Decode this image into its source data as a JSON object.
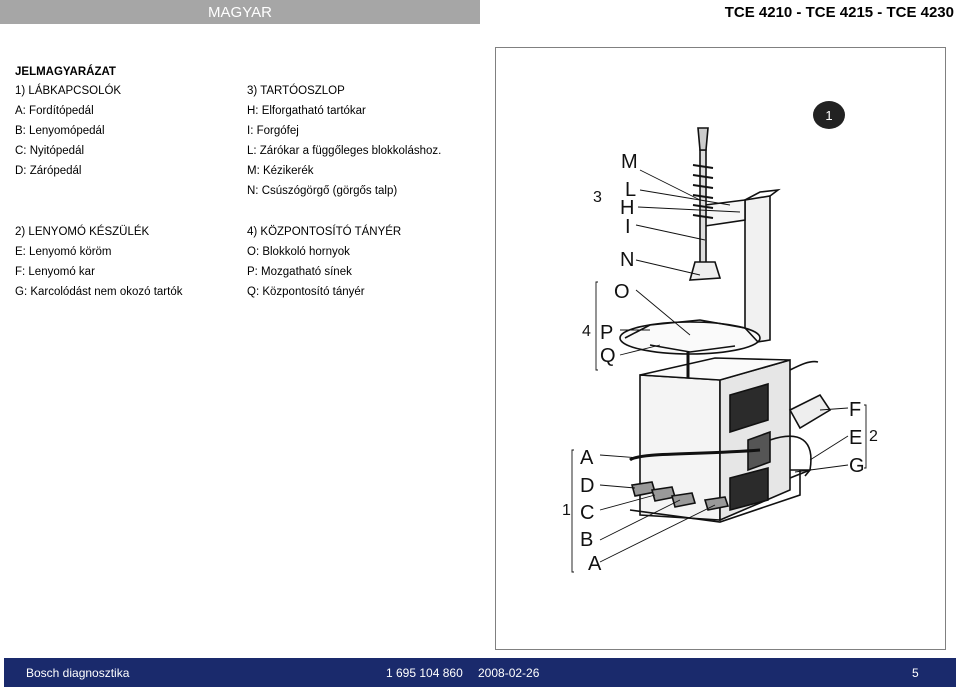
{
  "header": {
    "language": "MAGYAR",
    "models": "TCE 4210 - TCE 4215 - TCE 4230"
  },
  "legend": {
    "title": "JELMAGYARÁZAT",
    "groups": [
      {
        "heading": "1) LÁBKAPCSOLÓK",
        "items": [
          "A: Fordítópedál",
          "B: Lenyomópedál",
          "C: Nyitópedál",
          "D: Zárópedál"
        ]
      },
      {
        "heading": "3) TARTÓOSZLOP",
        "items": [
          "H: Elforgatható tartókar",
          "I: Forgófej",
          "L: Zárókar a függőleges blokkoláshoz.",
          "M: Kézikerék",
          "N: Csúszógörgő (görgős talp)"
        ]
      },
      {
        "heading": "2) LENYOMÓ KÉSZÜLÉK",
        "items": [
          "E: Lenyomó köröm",
          "F: Lenyomó kar",
          "G: Karcolódást nem okozó tartók"
        ]
      },
      {
        "heading": "4) KÖZPONTOSÍTÓ TÁNYÉR",
        "items": [
          "O: Blokkoló hornyok",
          "P: Mozgatható sínek",
          "Q: Központosító tányér"
        ]
      }
    ]
  },
  "figure": {
    "number": "1",
    "labels": {
      "M": "M",
      "L": "L",
      "H": "H",
      "I": "I",
      "N": "N",
      "O": "O",
      "P": "P",
      "Q": "Q",
      "A1": "A",
      "D": "D",
      "C": "C",
      "B": "B",
      "A2": "A",
      "F": "F",
      "E": "E",
      "G": "G",
      "g3": "3",
      "g4": "4",
      "g1": "1",
      "g2": "2"
    }
  },
  "footer": {
    "brand": "Bosch diagnosztika",
    "docnum": "1 695 104 860",
    "date": "2008-02-26",
    "page": "5"
  }
}
